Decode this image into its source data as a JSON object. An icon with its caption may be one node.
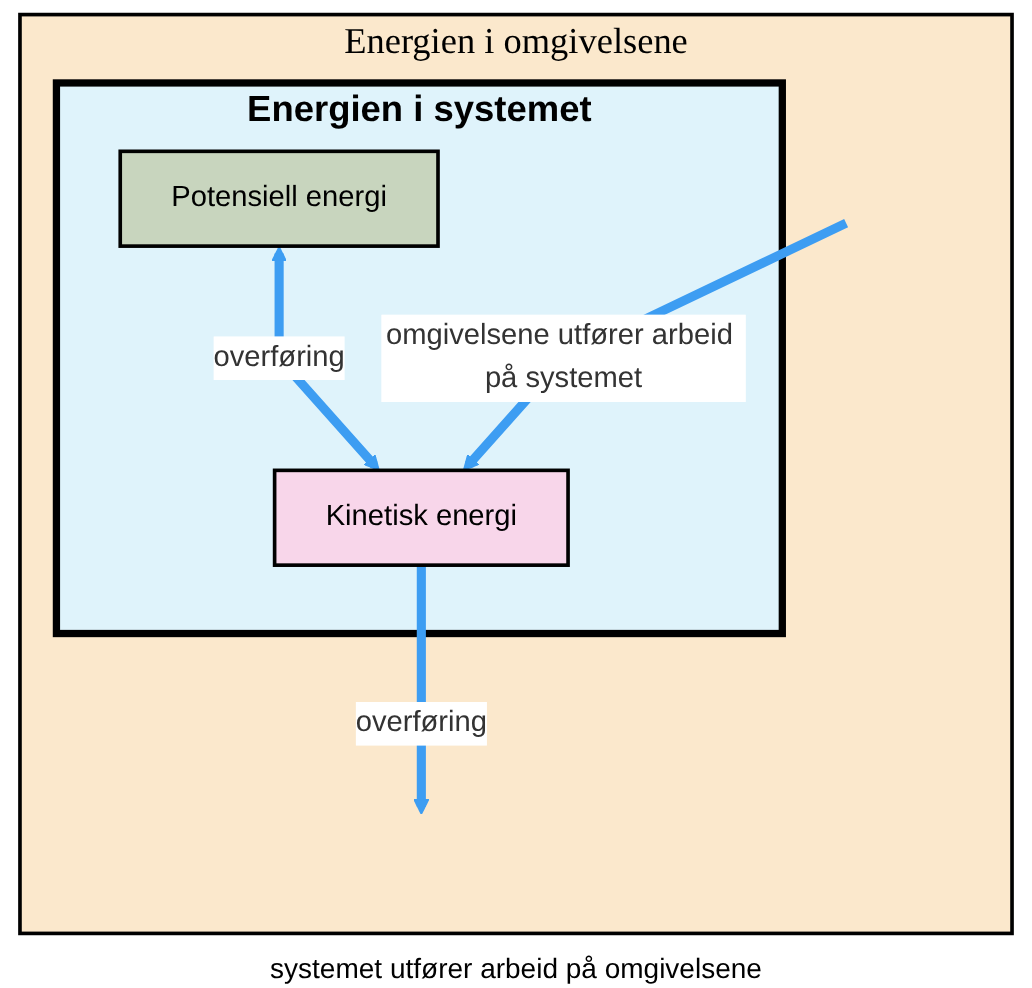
{
  "diagram": {
    "nodes": [
      {
        "text": [
          "Energien i omgivelsene"
        ]
      },
      {
        "text": [
          "Energien i systemet"
        ],
        "in": 0
      },
      {
        "text": [
          "Potensiell energi"
        ],
        "in": 1
      },
      {
        "text": [
          "Kinetisk energi"
        ],
        "in": 1
      }
    ],
    "edges": [
      {
        "from": 2,
        "to": 3,
        "arrow": "both",
        "label": "overføring"
      },
      {
        "from": null,
        "to": 3,
        "arrow": "to",
        "label": "omgivelsene utfører arbeid på systemet"
      },
      {
        "from": 3,
        "to": null,
        "arrow": "to",
        "label": "overføring"
      }
    ],
    "labels": [
      "systemet utfører arbeid på omgivelsene"
    ]
  }
}
